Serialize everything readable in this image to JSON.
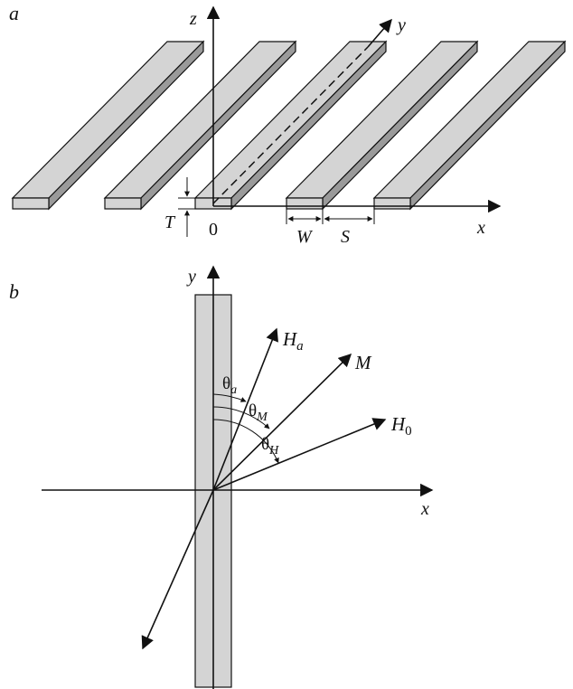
{
  "panel_a": {
    "label": "a",
    "axes": {
      "x": "x",
      "y": "y",
      "z": "z"
    },
    "origin": "0",
    "dimensions": {
      "thickness": "T",
      "width": "W",
      "spacing": "S"
    }
  },
  "panel_b": {
    "label": "b",
    "axes": {
      "x": "x",
      "y": "y"
    },
    "vectors": {
      "anisotropy": {
        "base": "H",
        "sub": "a"
      },
      "magnetization": {
        "base": "M"
      },
      "field": {
        "base": "H",
        "sub": "0"
      }
    },
    "angles": {
      "theta_a": {
        "base": "θ",
        "sub": "a"
      },
      "theta_M": {
        "base": "θ",
        "sub": "M"
      },
      "theta_H": {
        "base": "θ",
        "sub": "H"
      }
    }
  },
  "colors": {
    "strip_fill": "#d4d4d4",
    "strip_side": "#9a9a9a",
    "stroke": "#111111"
  }
}
